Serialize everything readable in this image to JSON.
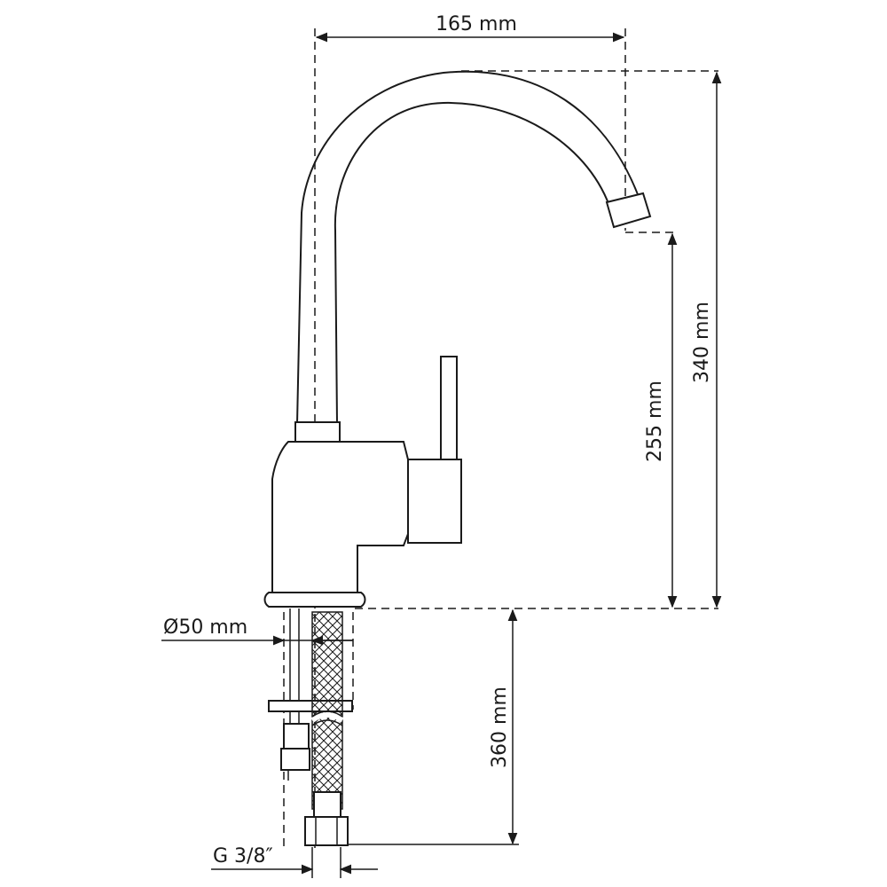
{
  "dimensions": {
    "width_label": "165 mm",
    "total_height_label": "340 mm",
    "spout_height_label": "255 mm",
    "hose_length_label": "360 mm",
    "base_diameter_label": "Ø50 mm",
    "thread_label": "G 3/8″"
  },
  "colors": {
    "ink": "#1a1a1a",
    "background": "#ffffff"
  }
}
